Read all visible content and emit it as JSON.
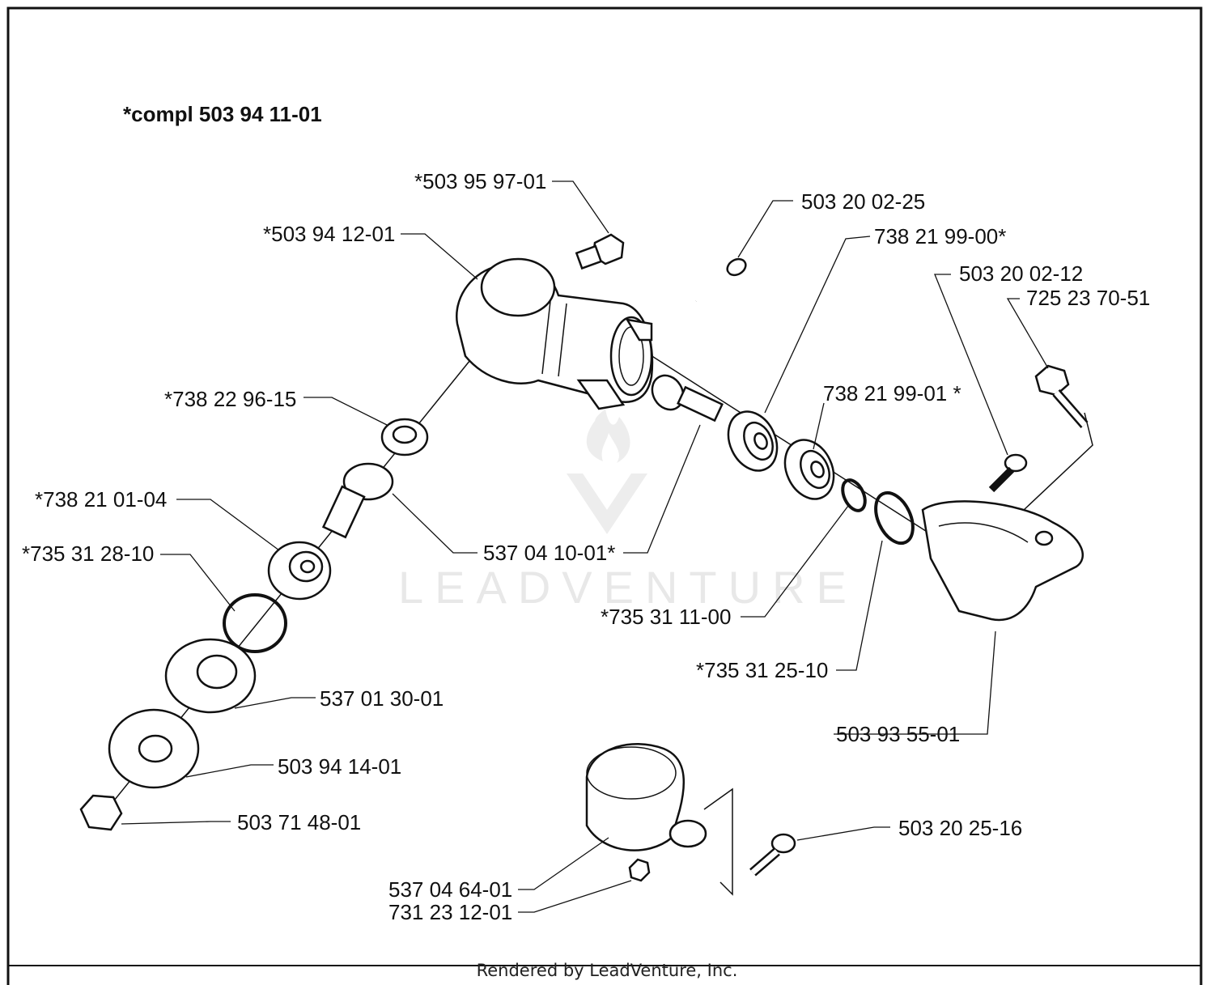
{
  "title": "*compl 503 94 11-01",
  "watermark": "LEADVENTURE",
  "footer": "Rendered by LeadVenture, Inc.",
  "parts": [
    {
      "id": "p01",
      "label": "*503 95 97-01"
    },
    {
      "id": "p02",
      "label": "503 20 02-25"
    },
    {
      "id": "p03",
      "label": "738 21 99-00*"
    },
    {
      "id": "p04",
      "label": "*503 94 12-01"
    },
    {
      "id": "p05",
      "label": "503 20 02-12"
    },
    {
      "id": "p06",
      "label": "725 23 70-51"
    },
    {
      "id": "p07",
      "label": "*738 22 96-15"
    },
    {
      "id": "p08",
      "label": "738 21 99-01 *"
    },
    {
      "id": "p09",
      "label": "*738 21 01-04"
    },
    {
      "id": "p10",
      "label": "*735 31 28-10"
    },
    {
      "id": "p11",
      "label": "537 04 10-01*"
    },
    {
      "id": "p12",
      "label": "*735 31 11-00"
    },
    {
      "id": "p13",
      "label": "*735 31 25-10"
    },
    {
      "id": "p14",
      "label": "537 01 30-01"
    },
    {
      "id": "p15",
      "label": "503 93 55-01"
    },
    {
      "id": "p16",
      "label": "503 94 14-01"
    },
    {
      "id": "p17",
      "label": "503 71 48-01"
    },
    {
      "id": "p18",
      "label": "503 20 25-16"
    },
    {
      "id": "p19",
      "label": "537 04 64-01"
    },
    {
      "id": "p20",
      "label": "731 23 12-01"
    }
  ]
}
